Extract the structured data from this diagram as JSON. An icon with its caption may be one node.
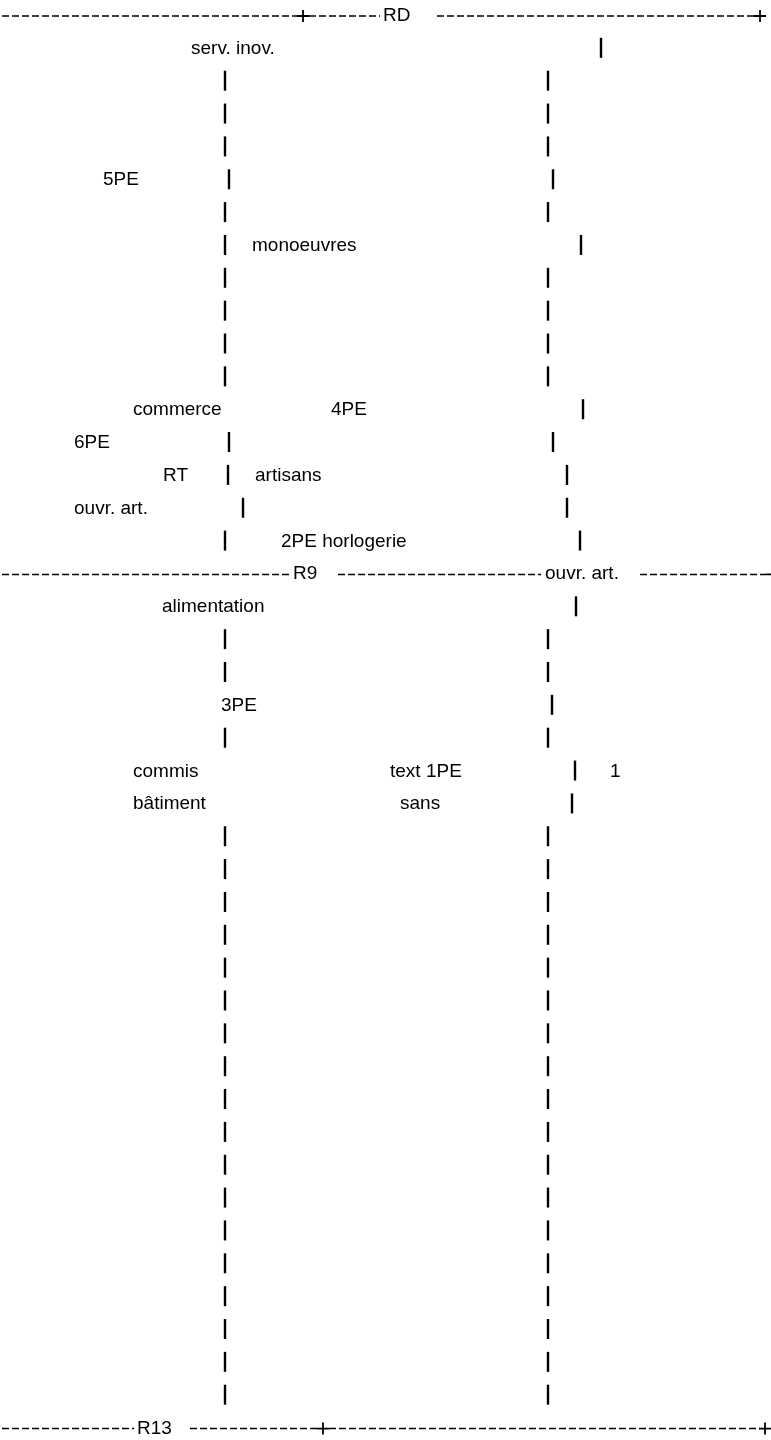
{
  "diagram": {
    "labels": [
      "RD",
      "serv. inov.",
      "5PE",
      "monoeuvres",
      "commerce",
      "4PE",
      "6PE",
      "RT",
      "artisans",
      "ouvr. art.",
      "2PE horlogerie",
      "R9",
      "ouvr. art.",
      "alimentation",
      "3PE",
      "commis",
      "text 1PE",
      "1",
      "bâtiment",
      "sans",
      "R13"
    ]
  }
}
